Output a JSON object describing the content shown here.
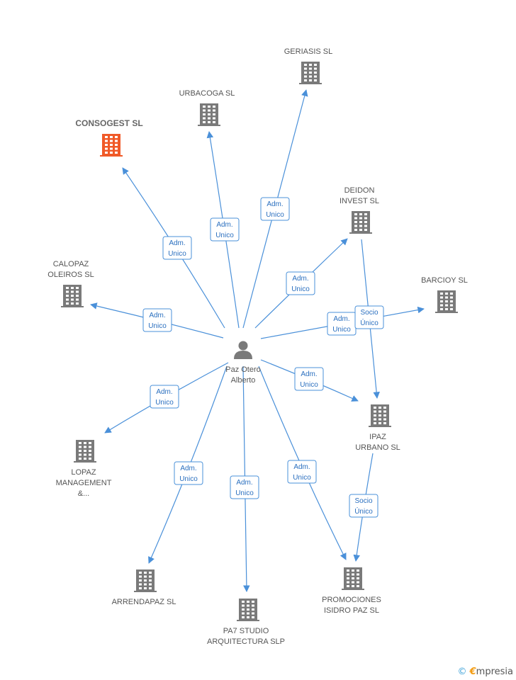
{
  "colors": {
    "building": "#7a7a7a",
    "building_highlight": "#f05a28",
    "edge": "#4a90d9",
    "person": "#7a7a7a"
  },
  "center": {
    "id": "paz",
    "lines": [
      "Paz Otero",
      "Alberto"
    ],
    "icon": "person-icon"
  },
  "nodes": [
    {
      "id": "consogest",
      "lines": [
        "CONSOGEST SL"
      ],
      "highlight": true,
      "icon": "building-icon"
    },
    {
      "id": "urbacoga",
      "lines": [
        "URBACOGA SL"
      ],
      "icon": "building-icon"
    },
    {
      "id": "geriasis",
      "lines": [
        "GERIASIS SL"
      ],
      "icon": "building-icon"
    },
    {
      "id": "deidon",
      "lines": [
        "DEIDON",
        "INVEST SL"
      ],
      "icon": "building-icon"
    },
    {
      "id": "barcioy",
      "lines": [
        "BARCIOY SL"
      ],
      "icon": "building-icon"
    },
    {
      "id": "calopaz",
      "lines": [
        "CALOPAZ",
        "OLEIROS SL"
      ],
      "icon": "building-icon"
    },
    {
      "id": "ipaz",
      "lines": [
        "IPAZ",
        "URBANO SL"
      ],
      "icon": "building-icon"
    },
    {
      "id": "lopaz",
      "lines": [
        "LOPAZ",
        "MANAGEMENT",
        "&..."
      ],
      "icon": "building-icon"
    },
    {
      "id": "arrendapaz",
      "lines": [
        "ARRENDAPAZ SL"
      ],
      "icon": "building-icon"
    },
    {
      "id": "pa7",
      "lines": [
        "PA7 STUDIO",
        "ARQUITECTURA SLP"
      ],
      "icon": "building-icon"
    },
    {
      "id": "promociones",
      "lines": [
        "PROMOCIONES",
        "ISIDRO PAZ SL"
      ],
      "icon": "building-icon"
    }
  ],
  "edges": [
    {
      "from": "paz",
      "to": "consogest",
      "lines": [
        "Adm.",
        "Unico"
      ]
    },
    {
      "from": "paz",
      "to": "urbacoga",
      "lines": [
        "Adm.",
        "Unico"
      ]
    },
    {
      "from": "paz",
      "to": "geriasis",
      "lines": [
        "Adm.",
        "Unico"
      ]
    },
    {
      "from": "paz",
      "to": "deidon",
      "lines": [
        "Adm.",
        "Unico"
      ]
    },
    {
      "from": "paz",
      "to": "barcioy",
      "lines": [
        "Adm.",
        "Unico"
      ]
    },
    {
      "from": "paz",
      "to": "calopaz",
      "lines": [
        "Adm.",
        "Unico"
      ]
    },
    {
      "from": "paz",
      "to": "ipaz",
      "lines": [
        "Adm.",
        "Unico"
      ]
    },
    {
      "from": "paz",
      "to": "lopaz",
      "lines": [
        "Adm.",
        "Unico"
      ]
    },
    {
      "from": "paz",
      "to": "arrendapaz",
      "lines": [
        "Adm.",
        "Unico"
      ]
    },
    {
      "from": "paz",
      "to": "pa7",
      "lines": [
        "Adm.",
        "Unico"
      ]
    },
    {
      "from": "paz",
      "to": "promociones",
      "lines": [
        "Adm.",
        "Unico"
      ]
    },
    {
      "from": "deidon",
      "to": "ipaz",
      "lines": [
        "Socio",
        "Único"
      ]
    },
    {
      "from": "ipaz",
      "to": "promociones",
      "lines": [
        "Socio",
        "Único"
      ]
    }
  ],
  "brand": {
    "copyright": "©",
    "e": "€",
    "name": "mpresia"
  }
}
